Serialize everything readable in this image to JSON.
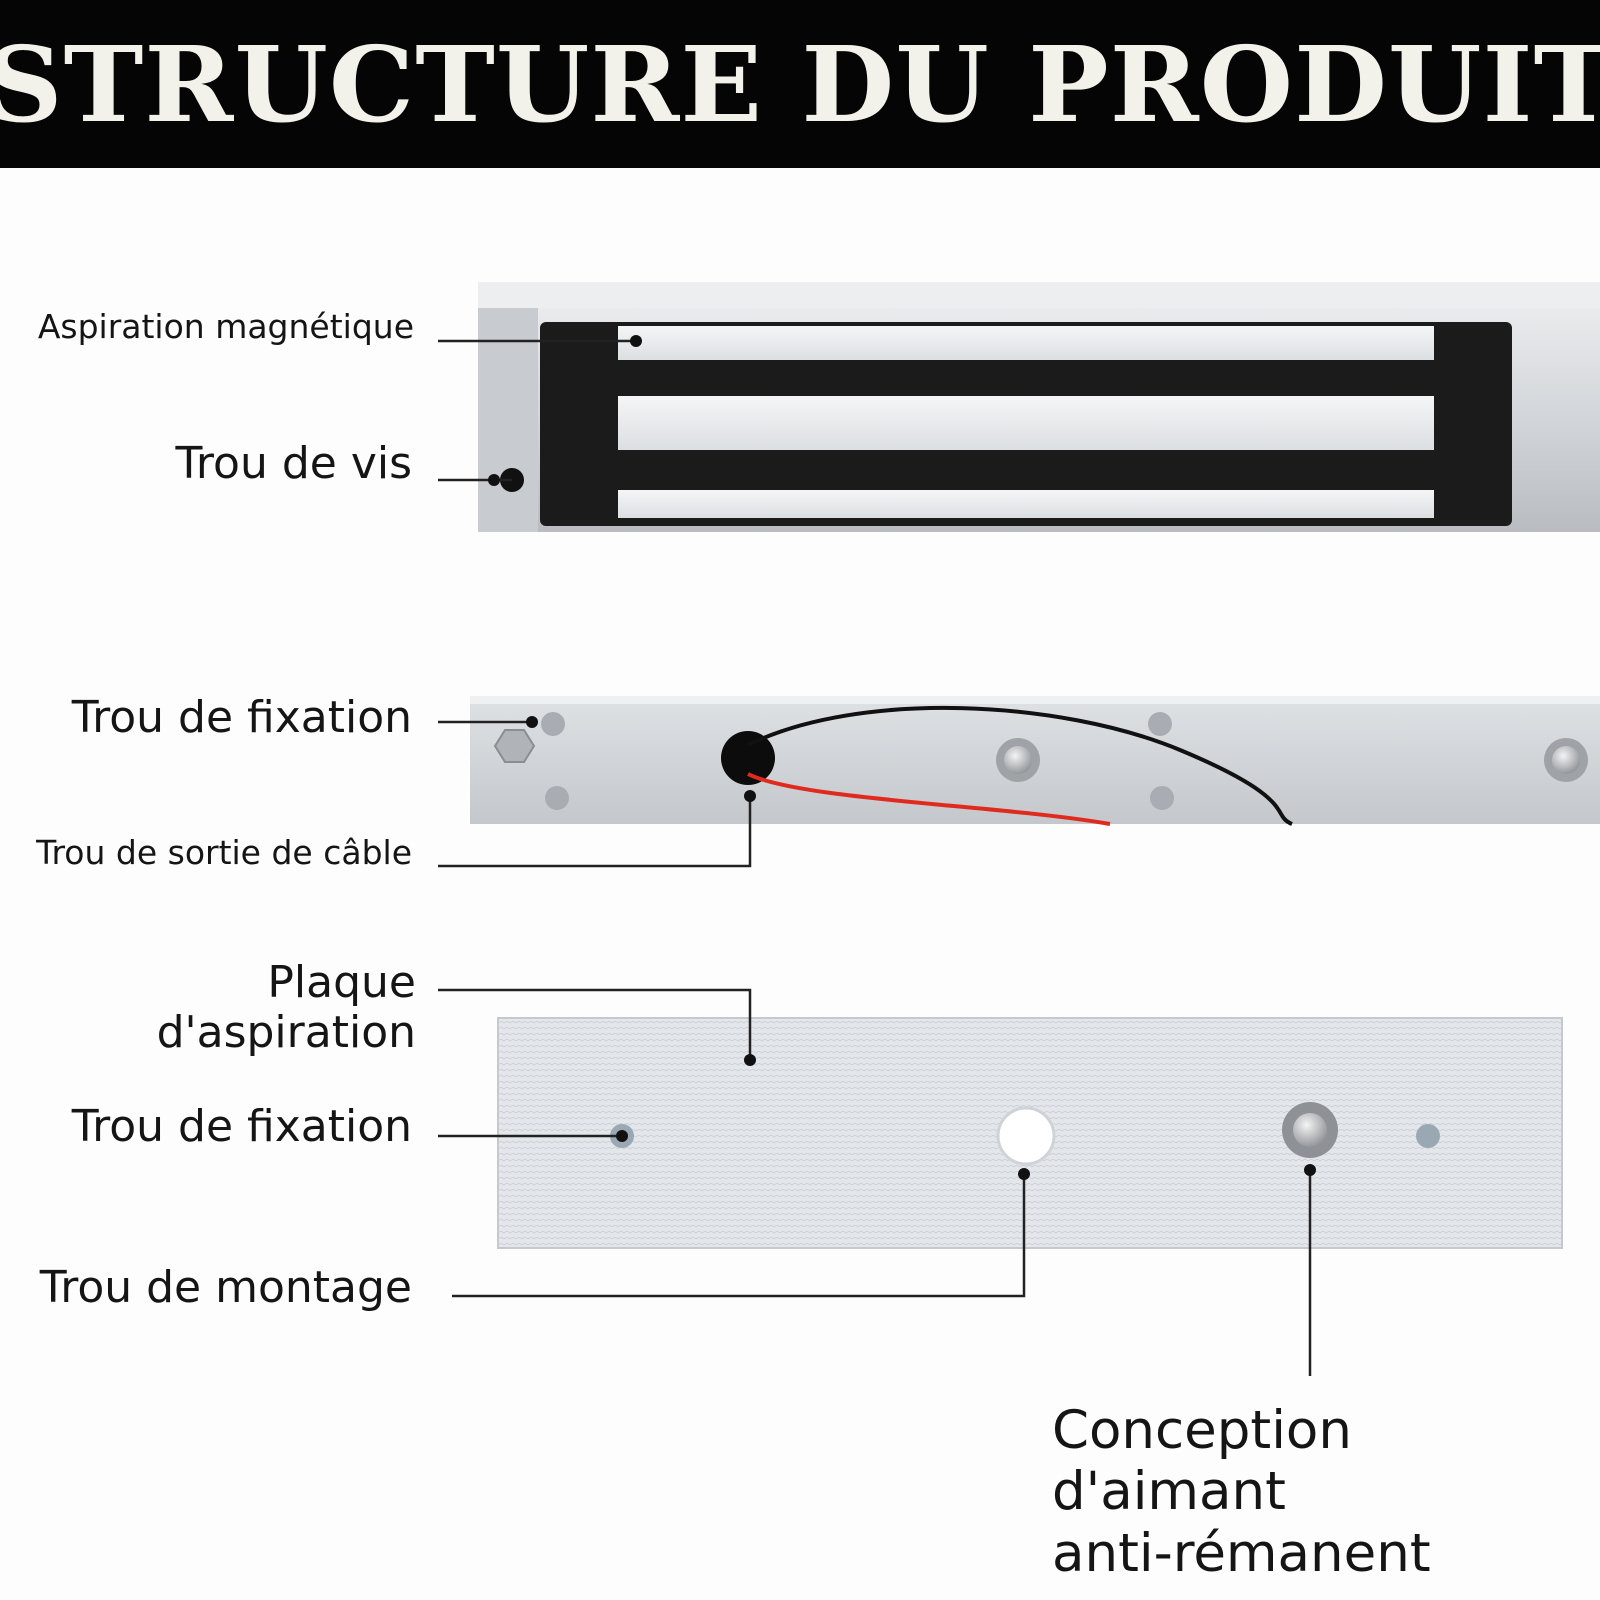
{
  "header": {
    "title": "STRUCTURE DU PRODUIT"
  },
  "labels": {
    "magnetic_suction": "Aspiration magnétique",
    "screw_hole": "Trou de vis",
    "fixing_hole_1": "Trou de fixation",
    "cable_exit_hole": "Trou de sortie de câble",
    "suction_plate_line1": "Plaque",
    "suction_plate_line2": "d'aspiration",
    "fixing_hole_2": "Trou de fixation",
    "mounting_hole": "Trou de montage",
    "anti_remanence_line1": "Conception",
    "anti_remanence_line2": "d'aimant",
    "anti_remanence_line3": "anti-rémanent"
  },
  "colors": {
    "banner": "#050505",
    "banner_text": "#f2f1ea",
    "aluminum": "#c9ccd0",
    "magnet_core": "#1b1b1b",
    "wire_red": "#e02a1e",
    "wire_black": "#111111"
  }
}
